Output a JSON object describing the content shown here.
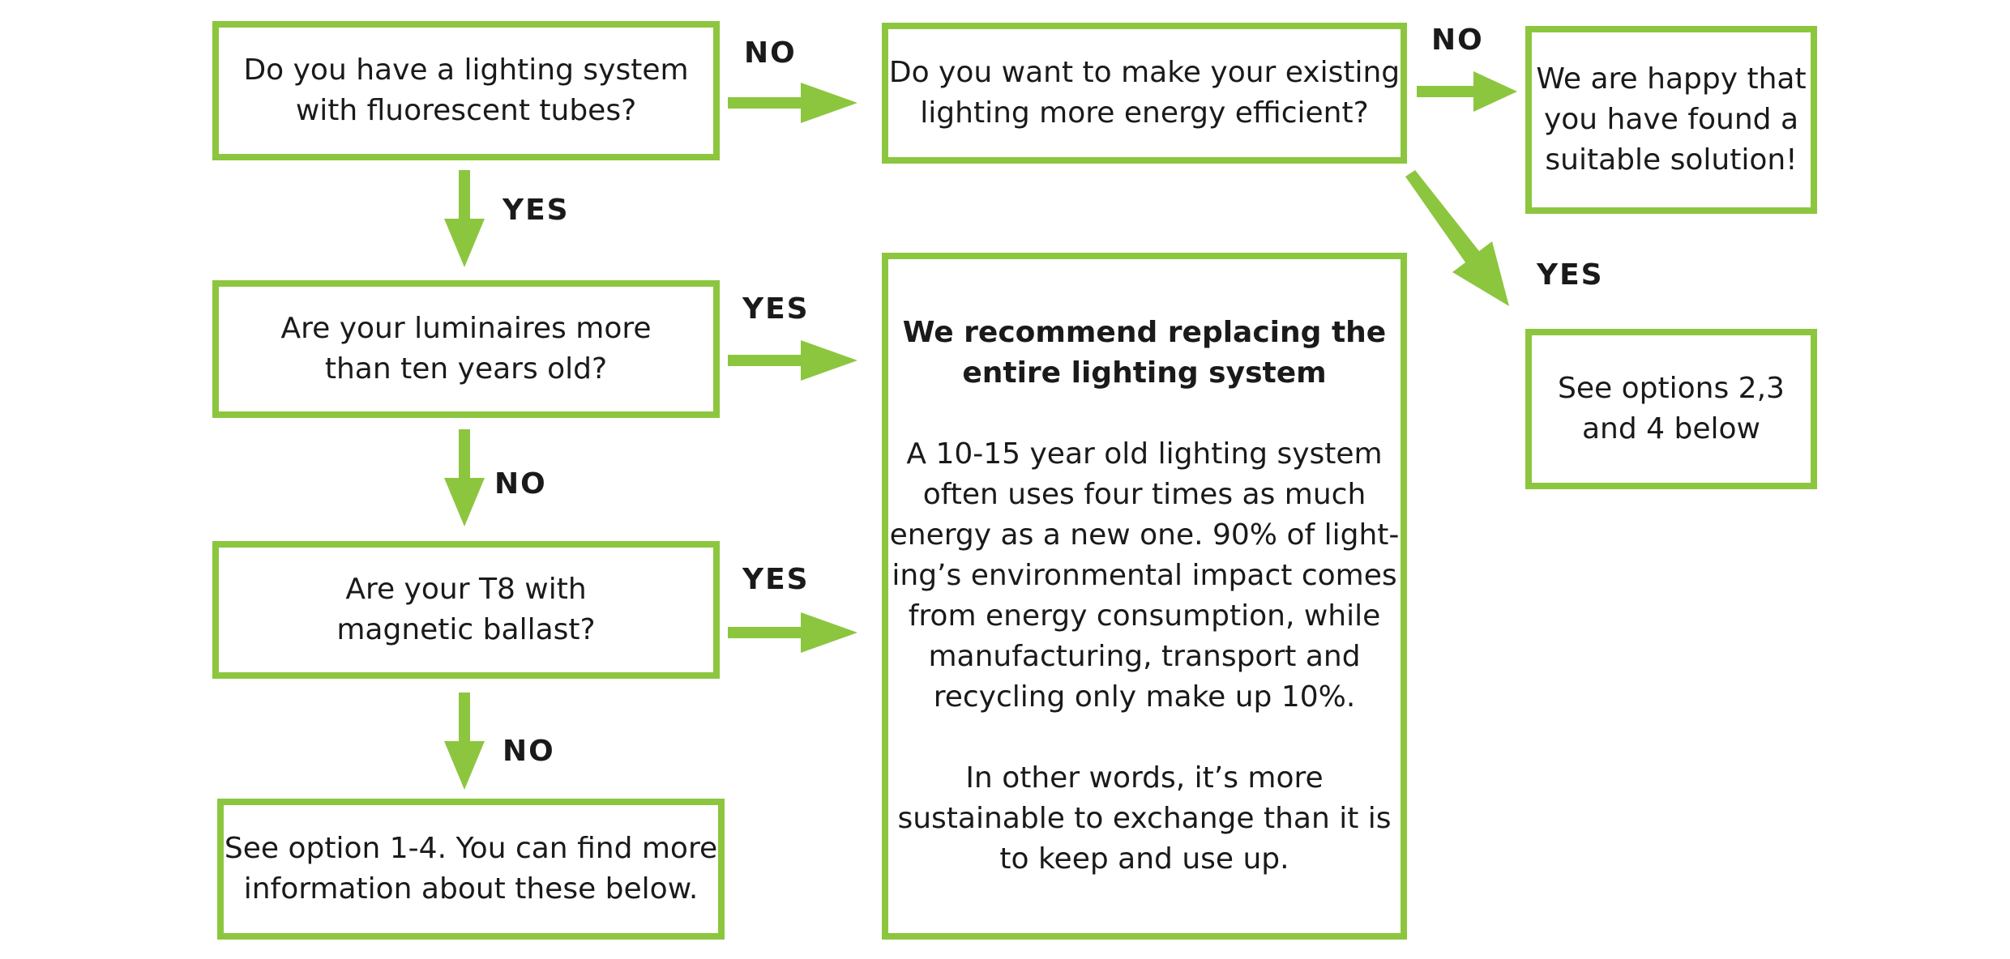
{
  "colors": {
    "accent": "#8cc63f",
    "text": "#1a1a1a",
    "background": "#ffffff"
  },
  "nodes": {
    "q1": [
      "Do you have a lighting system",
      "with fluorescent tubes?"
    ],
    "q2": [
      "Are your luminaires more",
      "than ten years old?"
    ],
    "q3": [
      "Are your T8 with",
      "magnetic ballast?"
    ],
    "q4": [
      "Do you want to make your existing",
      "lighting more energy efficient?"
    ],
    "end_options_1_4": [
      "See option 1-4. You can find more",
      "information about these below."
    ],
    "end_happy": [
      "We are happy that",
      "you have found a",
      "suitable solution!"
    ],
    "end_options_2_4": [
      "See options 2,3",
      "and 4 below"
    ],
    "recommend": {
      "title": [
        "We recommend replacing the",
        "entire lighting system"
      ],
      "paragraph1": [
        "A 10-15 year old lighting system",
        "often uses four times as much",
        "energy as a new one. 90% of light-",
        "ing’s environmental impact comes",
        "from energy consumption, while",
        "manufacturing, transport and",
        "recycling only make up 10%."
      ],
      "paragraph2": [
        "In other words, it’s more",
        "sustainable to exchange than it is",
        "to keep and use up."
      ]
    }
  },
  "edges": {
    "q1_no": "NO",
    "q1_yes": "YES",
    "q2_yes": "YES",
    "q2_no": "NO",
    "q3_yes": "YES",
    "q3_no": "NO",
    "q4_no": "NO",
    "q4_yes": "YES"
  }
}
